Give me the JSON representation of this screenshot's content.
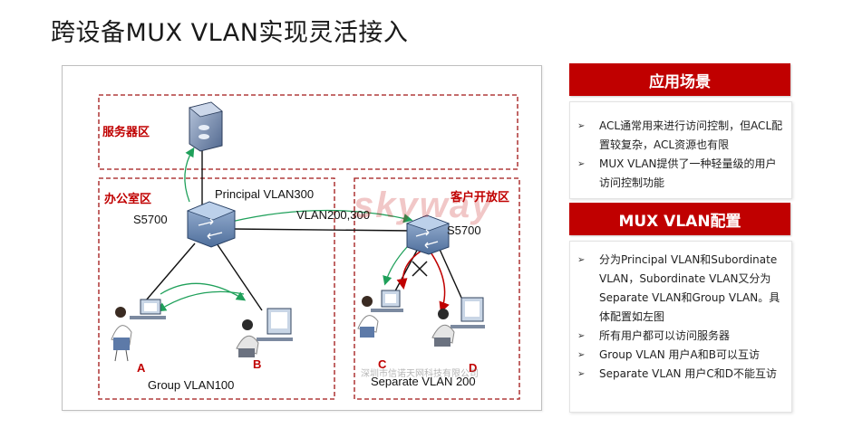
{
  "title": "跨设备MUX VLAN实现灵活接入",
  "diagram": {
    "zones": {
      "server": "服务器区",
      "office": "办公室区",
      "customer": "客户开放区"
    },
    "labels": {
      "principal": "Principal VLAN300",
      "trunk": "VLAN200,300",
      "switch_left": "S5700",
      "switch_right": "S5700",
      "group": "Group VLAN100",
      "separate": "Separate VLAN 200"
    },
    "users": [
      "A",
      "B",
      "C",
      "D"
    ],
    "watermark": "skyway",
    "watermark_sub": "深圳市信诺天网科技有限公司"
  },
  "panels": [
    {
      "header": "应用场景",
      "items": [
        "ACL通常用来进行访问控制，但ACL配置较复杂，ACL资源也有限",
        "MUX VLAN提供了一种轻量级的用户访问控制功能"
      ]
    },
    {
      "header": "MUX VLAN配置",
      "items": [
        "分为Principal VLAN和Subordinate VLAN，Subordinate VLAN又分为Separate VLAN和Group VLAN。具体配置如左图",
        "所有用户都可以访问服务器",
        "Group VLAN  用户A和B可以互访",
        "Separate VLAN 用户C和D不能互访"
      ]
    }
  ],
  "colors": {
    "accent": "#c00000",
    "arrow_green": "#1fa05a",
    "arrow_red": "#c00000"
  }
}
